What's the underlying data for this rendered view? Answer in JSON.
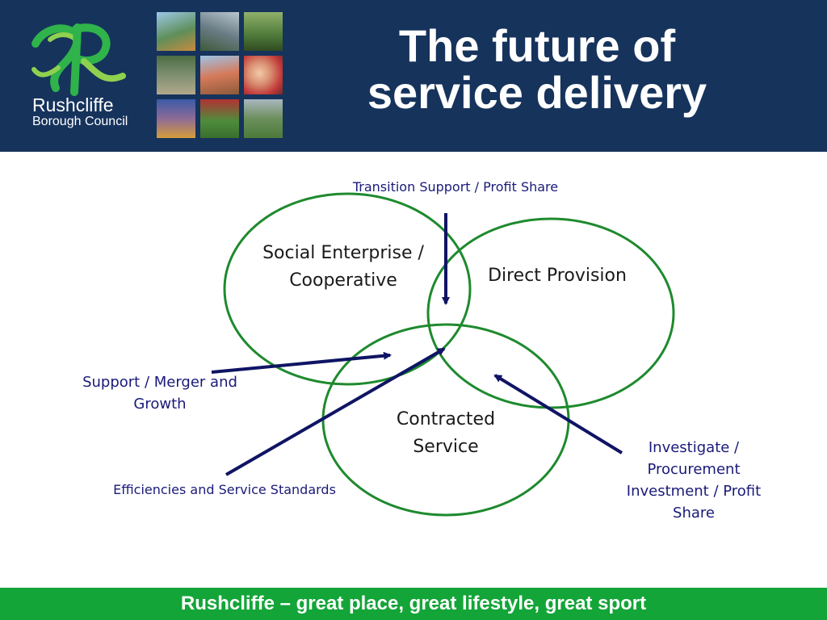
{
  "header": {
    "logo_name": "Rushcliffe",
    "logo_subtitle": "Borough Council",
    "title": "The future of service delivery"
  },
  "diagram": {
    "circles": {
      "social": "Social Enterprise / Cooperative",
      "direct": "Direct Provision",
      "contracted": "Contracted Service"
    },
    "arrow_labels": {
      "transition": "Transition Support / Profit Share",
      "support": "Support / Merger and Growth",
      "efficiencies": "Efficiencies and Service Standards",
      "investigate": "Investigate / Procurement Investment / Profit Share"
    },
    "colors": {
      "circle_stroke": "#1e8a2e",
      "arrow": "#0f1464",
      "label_text": "#1a1a7a"
    }
  },
  "footer": {
    "tagline": "Rushcliffe – great place, great lifestyle, great sport"
  },
  "colors": {
    "header_bg": "#16335c",
    "footer_bg": "#13a538"
  }
}
